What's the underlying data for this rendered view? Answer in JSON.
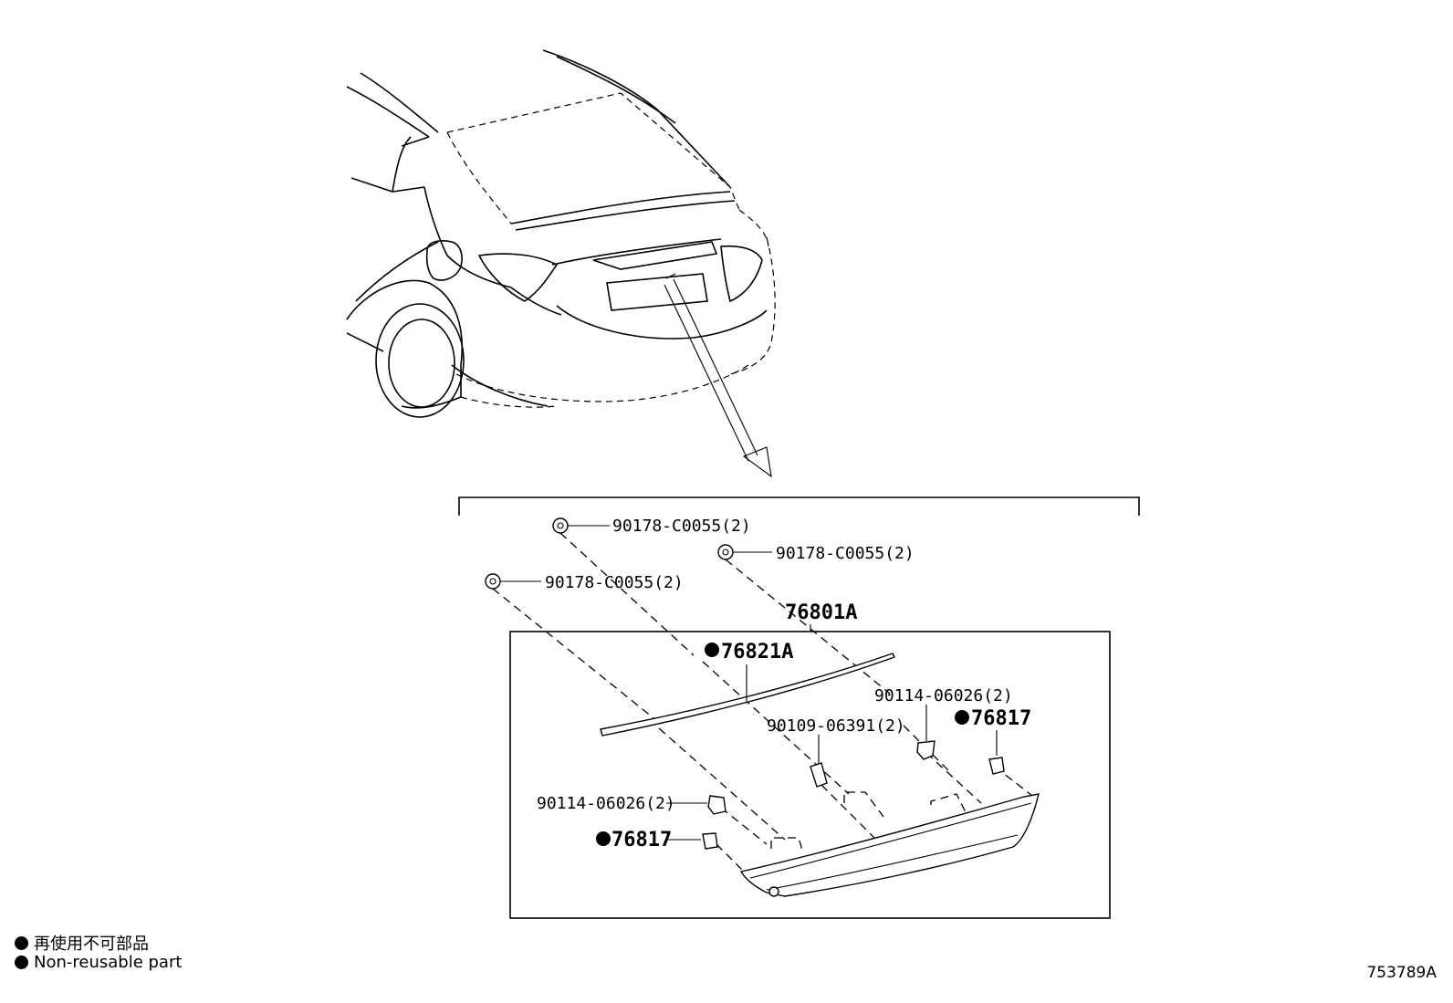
{
  "callouts": {
    "clip_top": "90178-C0055(2)",
    "clip_right": "90178-C0055(2)",
    "clip_left": "90178-C0055(2)",
    "assembly": "76801A",
    "strip": "76821A",
    "screw_right": "90114-06026(2)",
    "bolt": "90109-06391(2)",
    "cushion_right": "76817",
    "screw_left": "90114-06026(2)",
    "cushion_left": "76817"
  },
  "legend": {
    "jp": "再使用不可部品",
    "en": "Non-reusable part"
  },
  "diagram_code": "753789A"
}
